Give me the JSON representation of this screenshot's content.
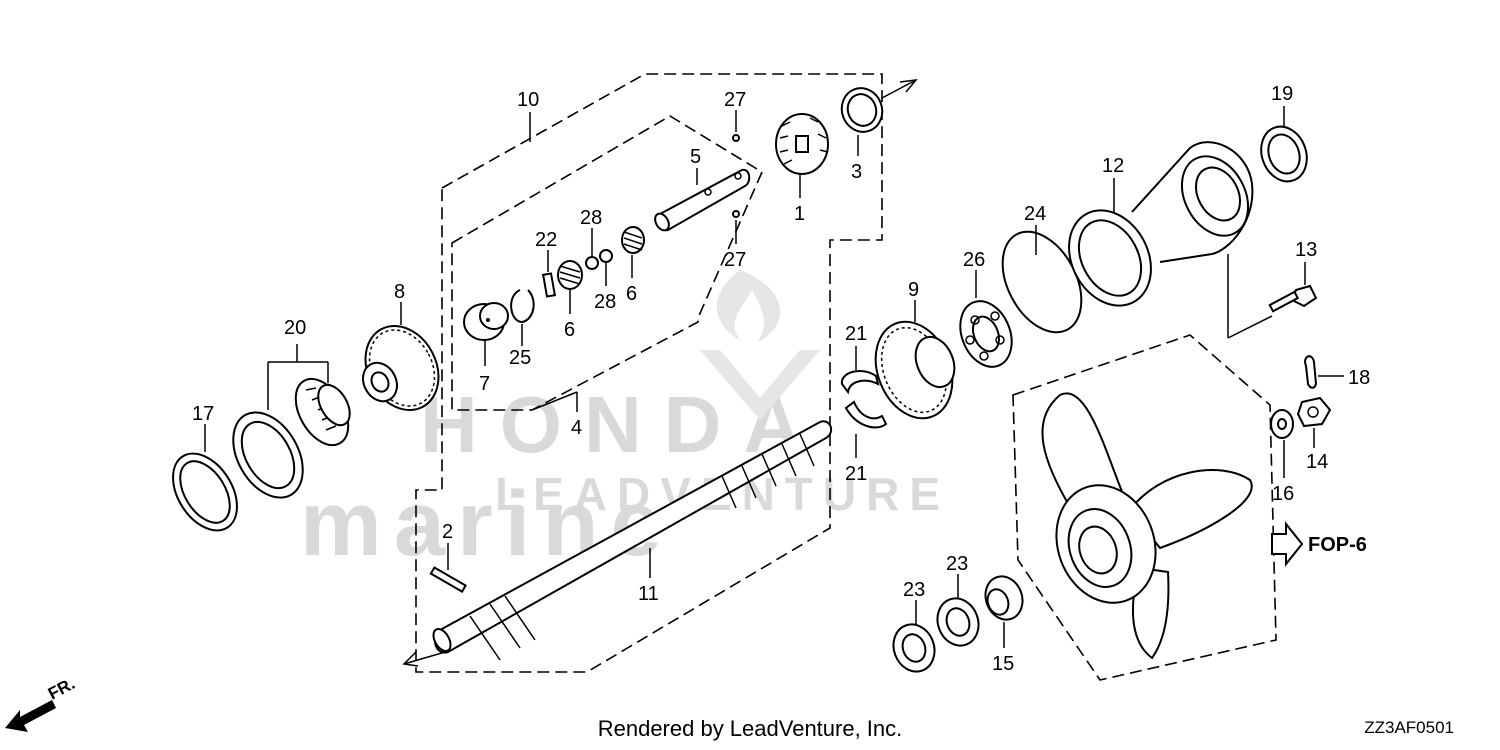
{
  "watermark": {
    "brand_line1": "HONDA",
    "brand_line2": "marine",
    "brand_line3": "LEADVENTURE"
  },
  "callouts": {
    "p1": "1",
    "p2": "2",
    "p3": "3",
    "p4": "4",
    "p5": "5",
    "p6a": "6",
    "p6b": "6",
    "p7": "7",
    "p8": "8",
    "p9": "9",
    "p10": "10",
    "p11": "11",
    "p12": "12",
    "p13": "13",
    "p14": "14",
    "p15": "15",
    "p16": "16",
    "p17": "17",
    "p18": "18",
    "p19": "19",
    "p20": "20",
    "p21a": "21",
    "p21b": "21",
    "p22": "22",
    "p23a": "23",
    "p23b": "23",
    "p24": "24",
    "p25": "25",
    "p26": "26",
    "p27a": "27",
    "p27b": "27",
    "p28a": "28",
    "p28b": "28"
  },
  "reference": {
    "fop": "FOP-6"
  },
  "direction": {
    "front": "FR."
  },
  "footer": {
    "credit": "Rendered by LeadVenture, Inc.",
    "code": "ZZ3AF0501"
  }
}
